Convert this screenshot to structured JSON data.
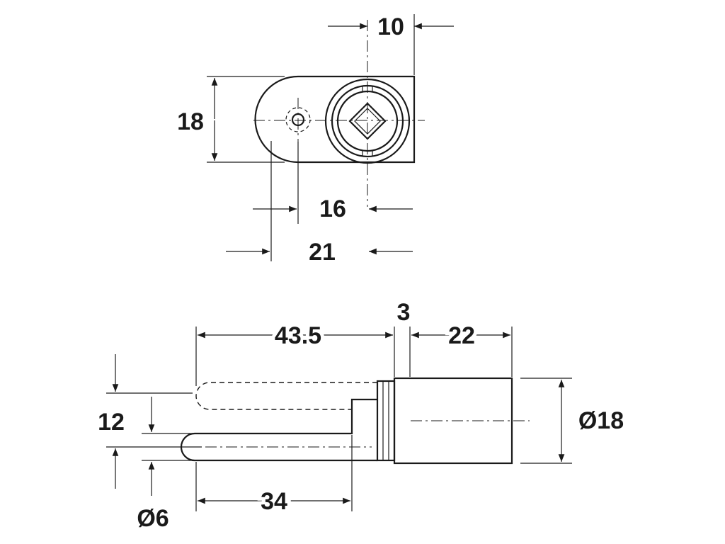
{
  "drawing": {
    "top_view": {
      "dimensions": {
        "width_10": "10",
        "height_18": "18",
        "offset_16": "16",
        "length_21": "21"
      }
    },
    "side_view": {
      "dimensions": {
        "length_43_5": "43.5",
        "gap_3": "3",
        "body_22": "22",
        "diameter_18": "Ø18",
        "offset_12": "12",
        "pin_34": "34",
        "diameter_6": "Ø6"
      }
    }
  }
}
